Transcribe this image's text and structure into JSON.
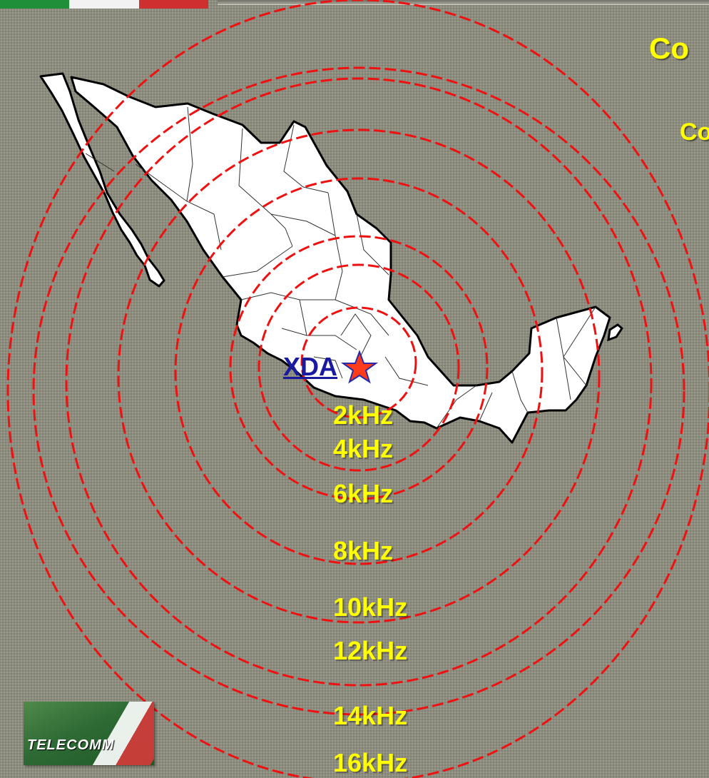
{
  "colors": {
    "flag": [
      "#1f8f3a",
      "#f2f2f2",
      "#cf2f2f"
    ],
    "ring": "#ee1111",
    "label": "#ffff00",
    "station": "#1a1aa0",
    "star": "#ff3b1a"
  },
  "header": {
    "title_line1": "Co",
    "title_line2": "Co"
  },
  "station": {
    "label": "XDA",
    "marker": "star-icon"
  },
  "rings": [
    {
      "label": "2kHz"
    },
    {
      "label": "4kHz"
    },
    {
      "label": "6kHz"
    },
    {
      "label": "8kHz"
    },
    {
      "label": "10kHz"
    },
    {
      "label": "12kHz"
    },
    {
      "label": "14kHz"
    },
    {
      "label": "16kHz"
    }
  ],
  "logo": {
    "text": "TELECOMM"
  }
}
